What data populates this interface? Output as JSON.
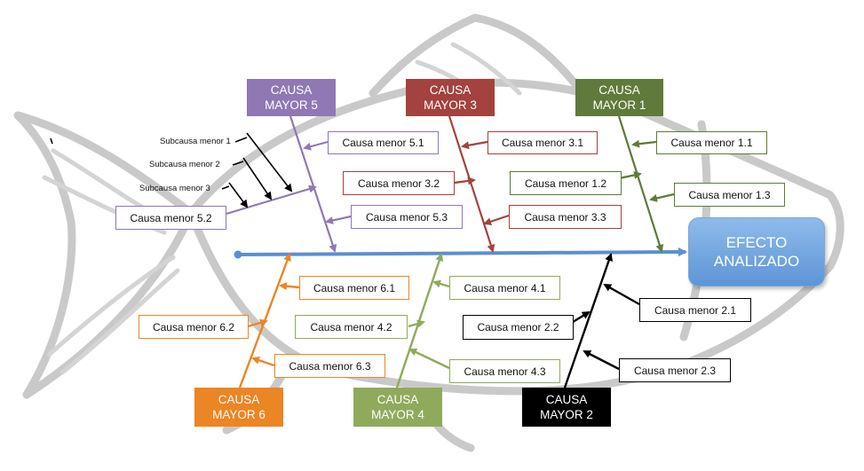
{
  "colors": {
    "mayor1": "#5f7a3a",
    "mayor2": "#000000",
    "mayor3": "#a3423e",
    "mayor4": "#8faa5c",
    "mayor5": "#8f78b4",
    "mayor6": "#ec8524",
    "spine": "#5b8fd0",
    "effect": "#6fa3e0"
  },
  "effect": {
    "line1": "EFECTO",
    "line2": "ANALIZADO"
  },
  "majors": {
    "m1": {
      "line1": "CAUSA",
      "line2": "MAYOR 1"
    },
    "m2": {
      "line1": "CAUSA",
      "line2": "MAYOR 2"
    },
    "m3": {
      "line1": "CAUSA",
      "line2": "MAYOR 3"
    },
    "m4": {
      "line1": "CAUSA",
      "line2": "MAYOR 4"
    },
    "m5": {
      "line1": "CAUSA",
      "line2": "MAYOR 5"
    },
    "m6": {
      "line1": "CAUSA",
      "line2": "MAYOR 6"
    }
  },
  "minors": {
    "c11": "Causa menor 1.1",
    "c12": "Causa menor 1.2",
    "c13": "Causa menor 1.3",
    "c21": "Causa menor 2.1",
    "c22": "Causa menor 2.2",
    "c23": "Causa menor 2.3",
    "c31": "Causa menor 3.1",
    "c32": "Causa menor 3.2",
    "c33": "Causa menor 3.3",
    "c41": "Causa menor 4.1",
    "c42": "Causa menor 4.2",
    "c43": "Causa menor 4.3",
    "c51": "Causa menor 5.1",
    "c52": "Causa menor 5.2",
    "c53": "Causa menor 5.3",
    "c61": "Causa menor 6.1",
    "c62": "Causa menor 6.2",
    "c63": "Causa menor 6.3"
  },
  "subcauses": {
    "s1": "Subcausa menor 1",
    "s2": "Subcausa menor 2",
    "s3": "Subcausa menor 3"
  }
}
